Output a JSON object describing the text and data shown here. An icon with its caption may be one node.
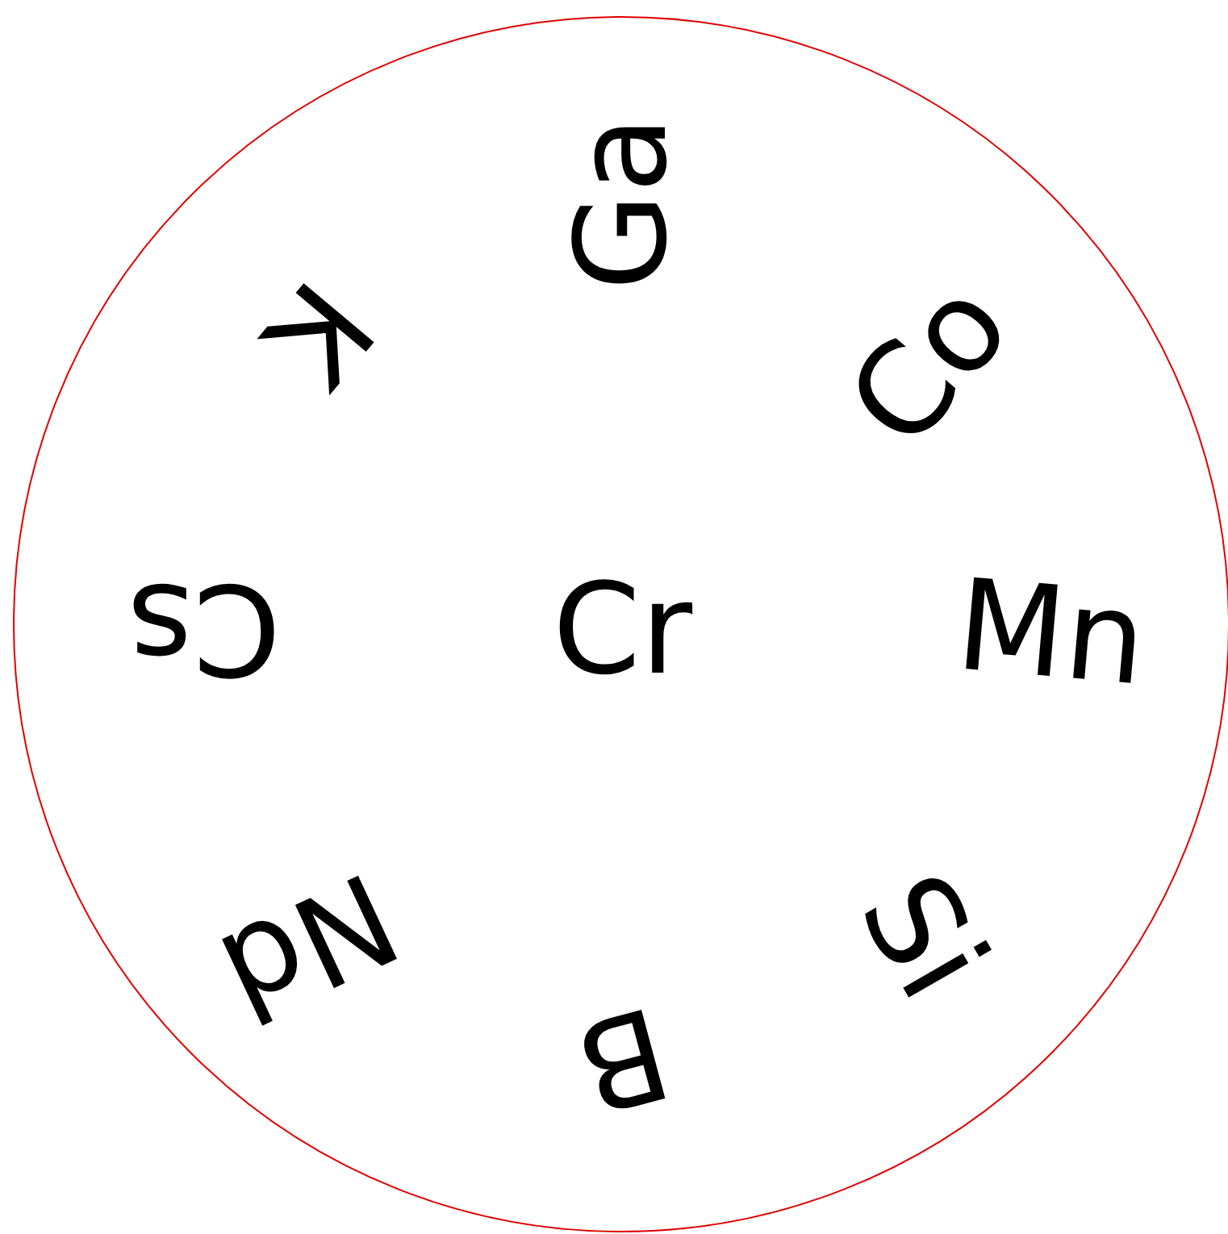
{
  "diagram": {
    "nodes": [
      {
        "text": [
          "Ga",
          "Co",
          "Mn",
          "Si",
          "B",
          "Nd",
          "Cs",
          "K",
          "Cr"
        ]
      }
    ]
  }
}
